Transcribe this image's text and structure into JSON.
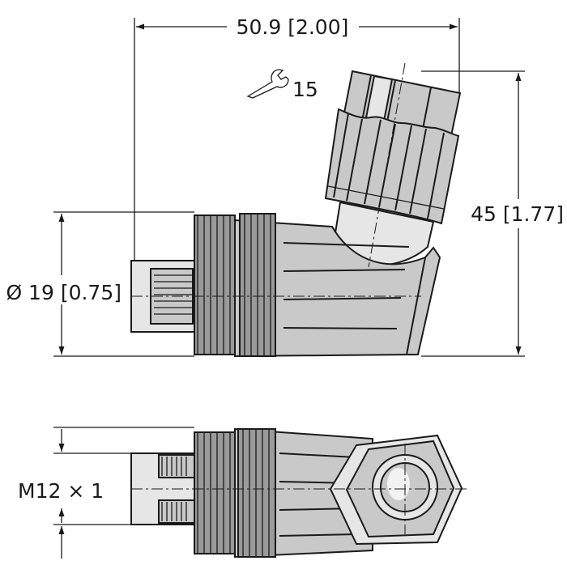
{
  "dimensions": {
    "length": "50.9 [2.00]",
    "height": "45 [1.77]",
    "diameter": "Ø 19 [0.75]",
    "wrench_size": "15",
    "thread": "M12 × 1"
  },
  "icons": {
    "wrench": "wrench-icon"
  },
  "colors": {
    "line": "#1a1a1a",
    "body": "#c9c9c9",
    "highlight": "#e6e6e6"
  }
}
